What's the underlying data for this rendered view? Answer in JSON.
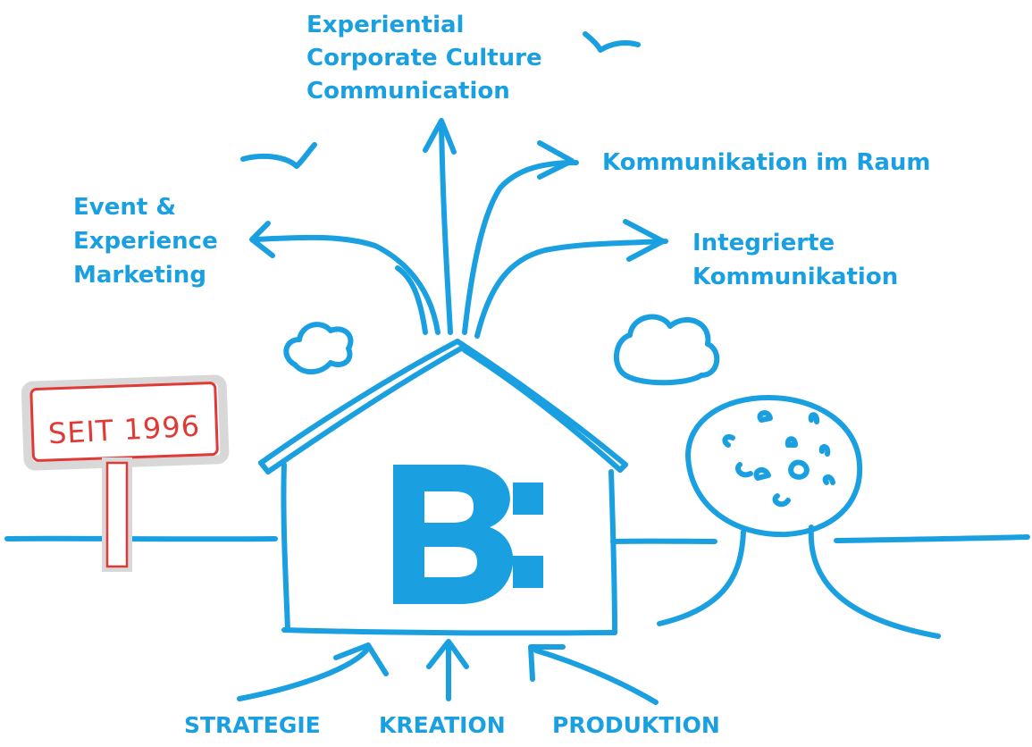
{
  "diagram": {
    "outputs": {
      "top": [
        "Experiential",
        "Corporate Culture",
        "Communication"
      ],
      "left": [
        "Event &",
        "Experience",
        "Marketing"
      ],
      "right_upper": "Kommunikation im Raum",
      "right_lower": [
        "Integrierte",
        "Kommunikation"
      ]
    },
    "inputs": [
      "STRATEGIE",
      "KREATION",
      "PRODUKTION"
    ],
    "sign": "SEIT 1996",
    "logo": "B:"
  },
  "colors": {
    "primary_blue": "#1aa0e0",
    "sign_red": "#e03a36"
  },
  "icons": [
    "house-icon",
    "tree-icon",
    "cloud-icon",
    "bird-icon",
    "signpost-icon",
    "arrow-icon"
  ]
}
